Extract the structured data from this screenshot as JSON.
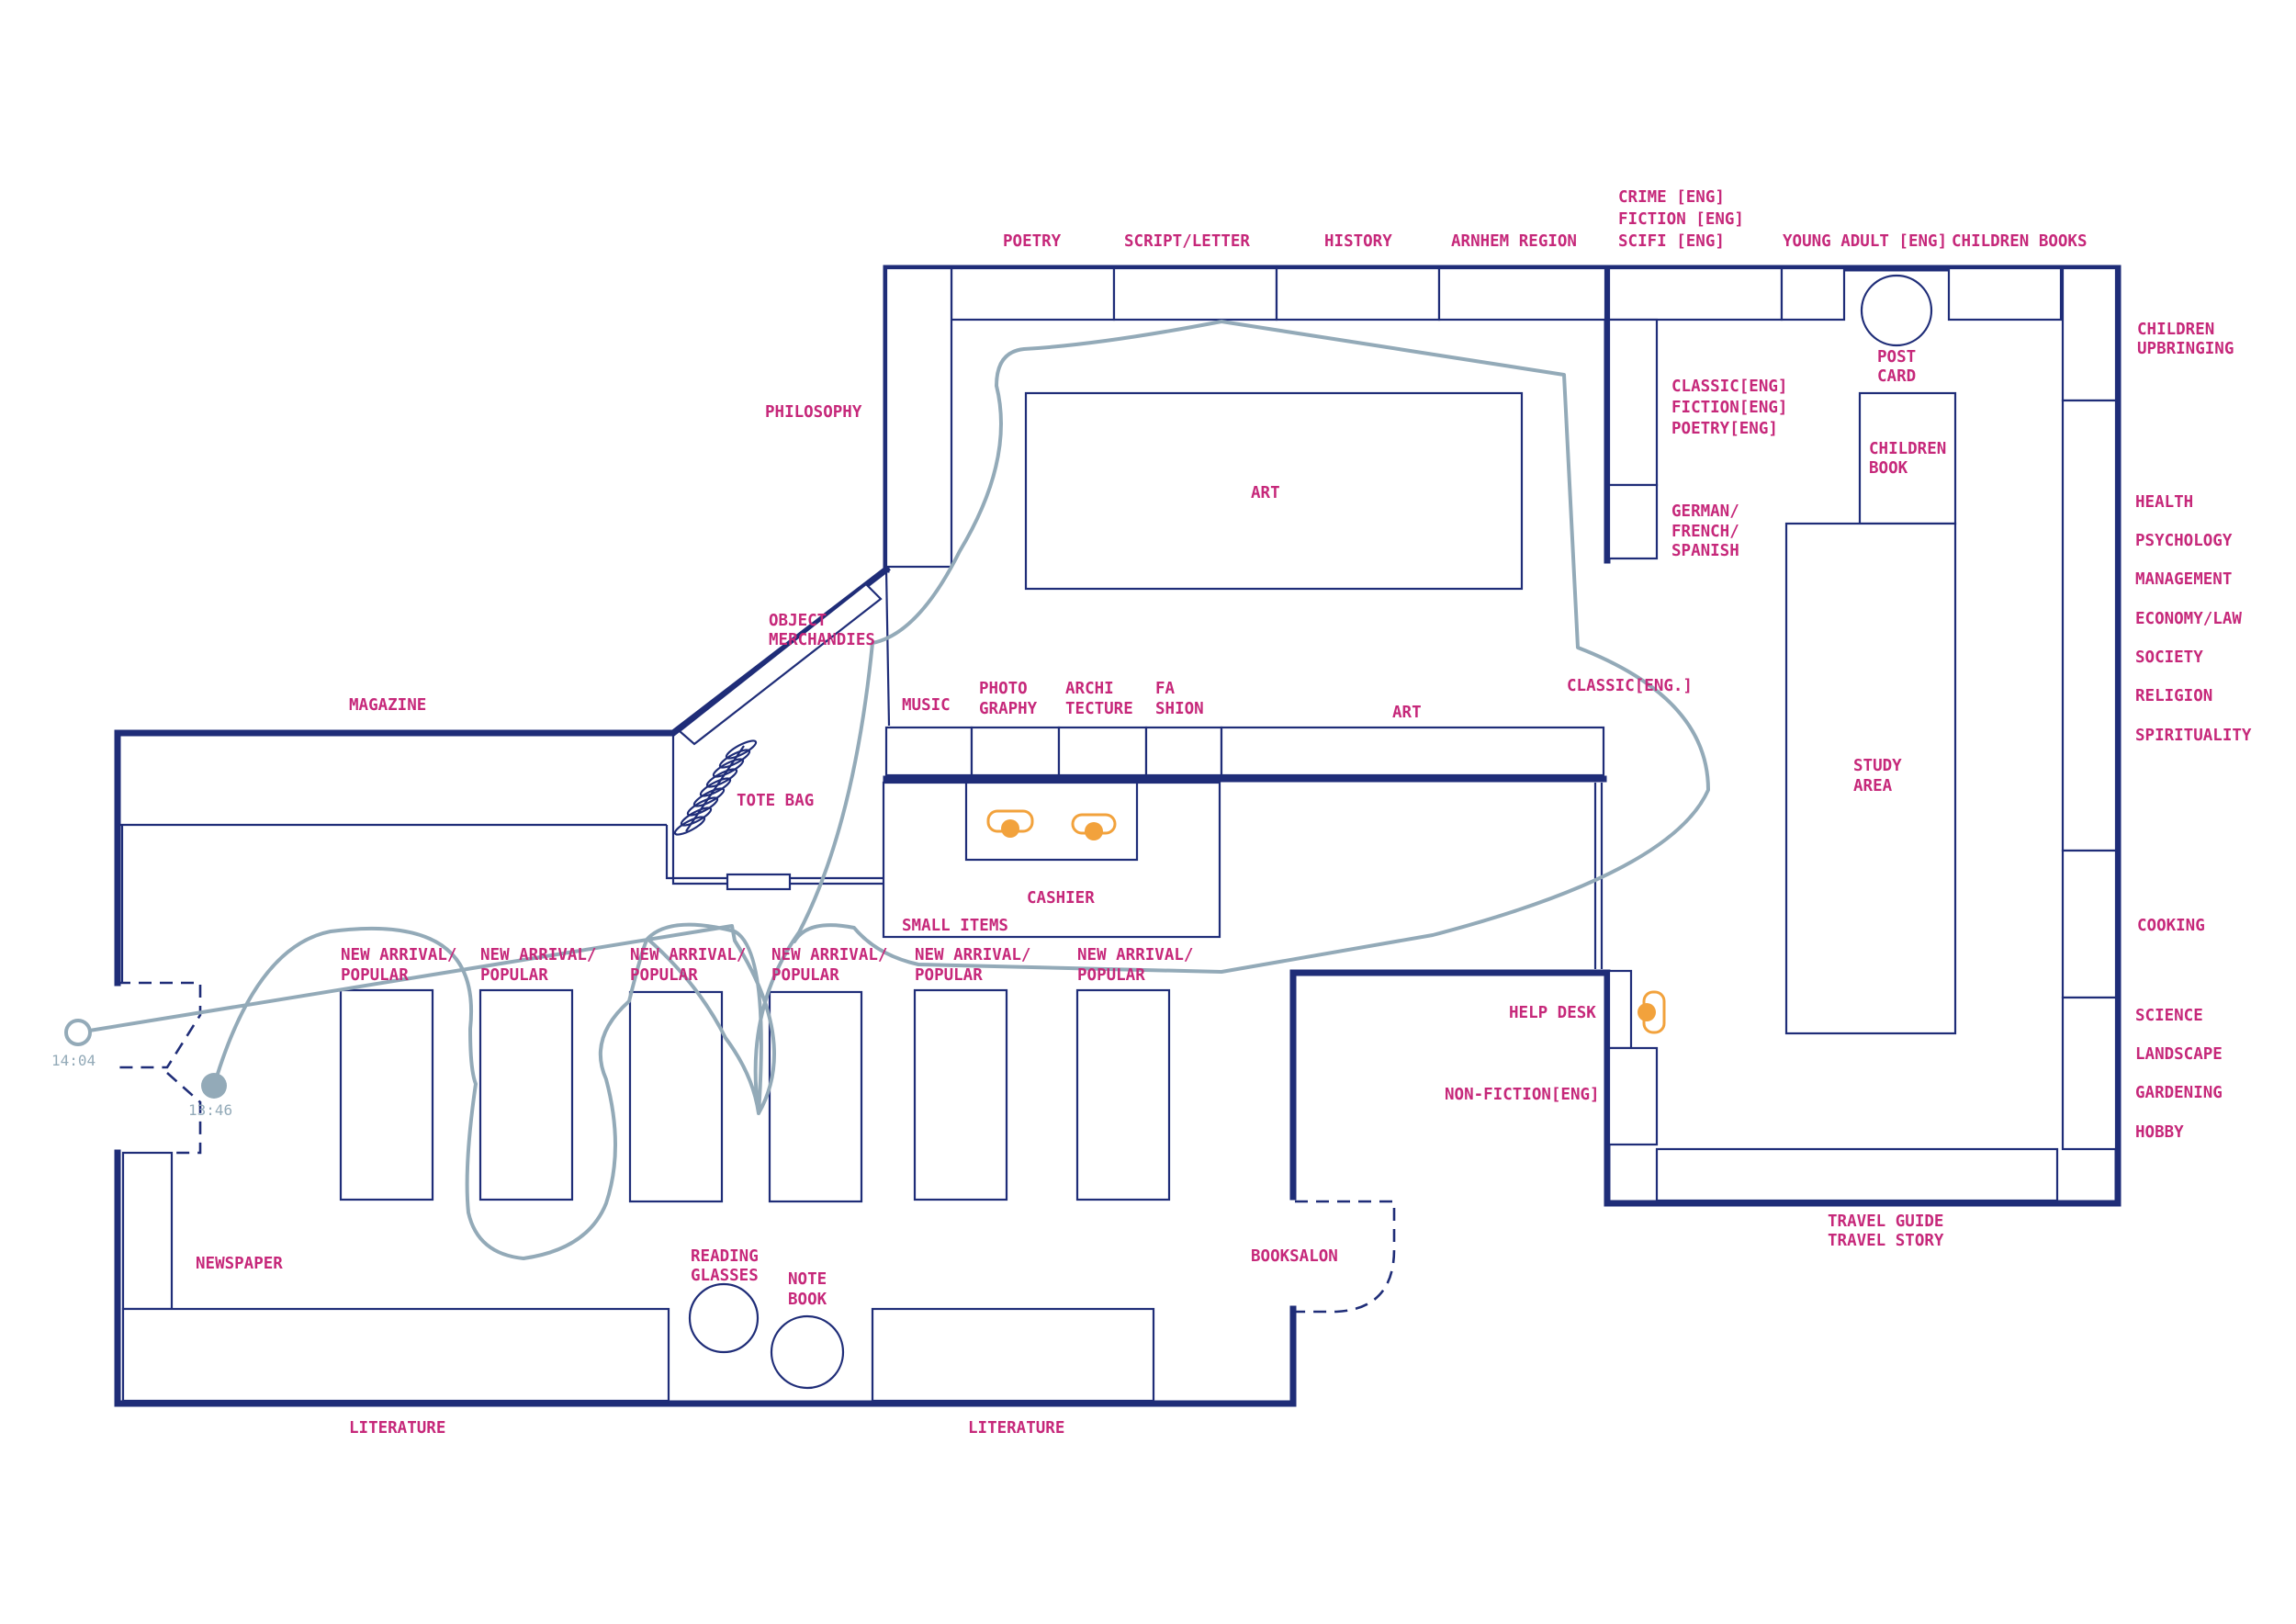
{
  "colors": {
    "walls": "#1f2d78",
    "labels": "#c6287a",
    "walk_path": "#93aab8",
    "staff": "#f2a23c"
  },
  "labels": {
    "poetry": "POETRY",
    "script_letter": "SCRIPT/LETTER",
    "history": "HISTORY",
    "arnhem_region": "ARNHEM REGION",
    "crime": [
      "CRIME   [ENG]",
      "FICTION [ENG]",
      "SCIFI   [ENG]"
    ],
    "young_adult": "YOUNG ADULT [ENG]",
    "children_books": "CHILDREN BOOKS",
    "children_upbringing": [
      "CHILDREN",
      "UPBRINGING"
    ],
    "philosophy": "PHILOSOPHY",
    "classic_eng_stack": [
      "CLASSIC[ENG]",
      "FICTION[ENG]",
      "POETRY[ENG]"
    ],
    "post_card": [
      "POST",
      "CARD"
    ],
    "children_book": [
      "CHILDREN",
      "BOOK"
    ],
    "art_table": "ART",
    "german_french_spanish": [
      "GERMAN/",
      "FRENCH/",
      "SPANISH"
    ],
    "right_wall": [
      "HEALTH",
      "PSYCHOLOGY",
      "MANAGEMENT",
      "ECONOMY/LAW",
      "SOCIETY",
      "RELIGION",
      "SPIRITUALITY"
    ],
    "object_merchandise": [
      "OBJECT",
      "MERCHANDIES"
    ],
    "classic_eng": "CLASSIC[ENG.]",
    "magazine": "MAGAZINE",
    "music": "MUSIC",
    "photography": [
      "PHOTO",
      "GRAPHY"
    ],
    "architecture": [
      "ARCHI",
      "TECTURE"
    ],
    "fashion": [
      "FA",
      "SHION"
    ],
    "art_wall": "ART",
    "study_area": [
      "STUDY",
      "AREA"
    ],
    "tote_bag": "TOTE BAG",
    "cashier": "CASHIER",
    "small_items": "SMALL ITEMS",
    "cooking": "COOKING",
    "new_arrival": [
      "NEW ARRIVAL/",
      "POPULAR"
    ],
    "help_desk": "HELP DESK",
    "science_group": [
      "SCIENCE",
      "LANDSCAPE",
      "GARDENING",
      "HOBBY"
    ],
    "non_fiction": "NON-FICTION[ENG]",
    "travel": [
      "TRAVEL GUIDE",
      "TRAVEL STORY"
    ],
    "newspaper": "NEWSPAPER",
    "reading_glasses": [
      "READING",
      "GLASSES"
    ],
    "note_book": [
      "NOTE",
      "BOOK"
    ],
    "booksalon": "BOOKSALON",
    "literature_left": "LITERATURE",
    "literature_right": "LITERATURE"
  },
  "path_times": {
    "start": "14:04",
    "end": "13:46"
  }
}
